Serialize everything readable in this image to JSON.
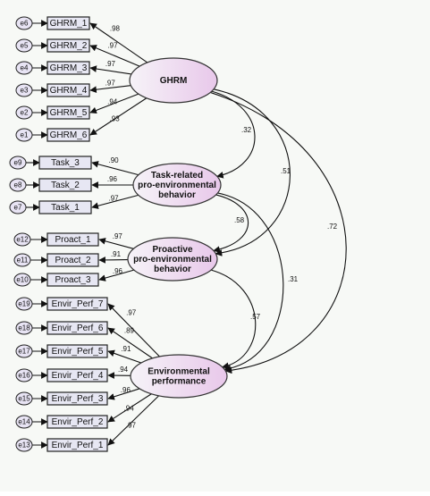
{
  "colors": {
    "background": "#f7f9f6",
    "indicator_fill": "#e7e7f3",
    "error_fill": "#e8e4f4",
    "latent_fill_light": "#f6f3f8",
    "latent_fill_dark": "#e8c8ea"
  },
  "latents": [
    {
      "id": "ghrm",
      "lines": [
        "GHRM"
      ]
    },
    {
      "id": "task",
      "lines": [
        "Task-related",
        "pro-environmental",
        "behavior"
      ]
    },
    {
      "id": "proact",
      "lines": [
        "Proactive",
        "pro-environmental",
        "behavior"
      ]
    },
    {
      "id": "envperf",
      "lines": [
        "Environmental",
        "performance"
      ]
    }
  ],
  "indicators": [
    {
      "label": "GHRM_1",
      "error": "e6",
      "latent": "ghrm",
      "loading": ".98"
    },
    {
      "label": "GHRM_2",
      "error": "e5",
      "latent": "ghrm",
      "loading": ".97"
    },
    {
      "label": "GHRM_3",
      "error": "e4",
      "latent": "ghrm",
      "loading": ".97"
    },
    {
      "label": "GHRM_4",
      "error": "e3",
      "latent": "ghrm",
      "loading": ".97"
    },
    {
      "label": "GHRM_5",
      "error": "e2",
      "latent": "ghrm",
      "loading": ".94"
    },
    {
      "label": "GHRM_6",
      "error": "e1",
      "latent": "ghrm",
      "loading": ".93"
    },
    {
      "label": "Task_3",
      "error": "e9",
      "latent": "task",
      "loading": ".90"
    },
    {
      "label": "Task_2",
      "error": "e8",
      "latent": "task",
      "loading": ".96"
    },
    {
      "label": "Task_1",
      "error": "e7",
      "latent": "task",
      "loading": ".97"
    },
    {
      "label": "Proact_1",
      "error": "e12",
      "latent": "proact",
      "loading": ".97"
    },
    {
      "label": "Proact_2",
      "error": "e11",
      "latent": "proact",
      "loading": ".91"
    },
    {
      "label": "Proact_3",
      "error": "e10",
      "latent": "proact",
      "loading": ".96"
    },
    {
      "label": "Envir_Perf_7",
      "error": "e19",
      "latent": "envperf",
      "loading": ".97"
    },
    {
      "label": "Envir_Perf_6",
      "error": "e18",
      "latent": "envperf",
      "loading": ".89"
    },
    {
      "label": "Envir_Perf_5",
      "error": "e17",
      "latent": "envperf",
      "loading": ".91"
    },
    {
      "label": "Envir_Perf_4",
      "error": "e16",
      "latent": "envperf",
      "loading": ".94"
    },
    {
      "label": "Envir_Perf_3",
      "error": "e15",
      "latent": "envperf",
      "loading": ".96"
    },
    {
      "label": "Envir_Perf_2",
      "error": "e14",
      "latent": "envperf",
      "loading": ".94"
    },
    {
      "label": "Envir_Perf_1",
      "error": "e13",
      "latent": "envperf",
      "loading": ".97"
    }
  ],
  "structural_paths": [
    {
      "from": "ghrm",
      "to": "task",
      "coefficient": ".32"
    },
    {
      "from": "ghrm",
      "to": "proact",
      "coefficient": ".51"
    },
    {
      "from": "ghrm",
      "to": "envperf",
      "coefficient": ".72"
    },
    {
      "from": "task",
      "to": "proact",
      "coefficient": ".58"
    },
    {
      "from": "task",
      "to": "envperf",
      "coefficient": ".31"
    },
    {
      "from": "proact",
      "to": "envperf",
      "coefficient": ".57"
    }
  ]
}
